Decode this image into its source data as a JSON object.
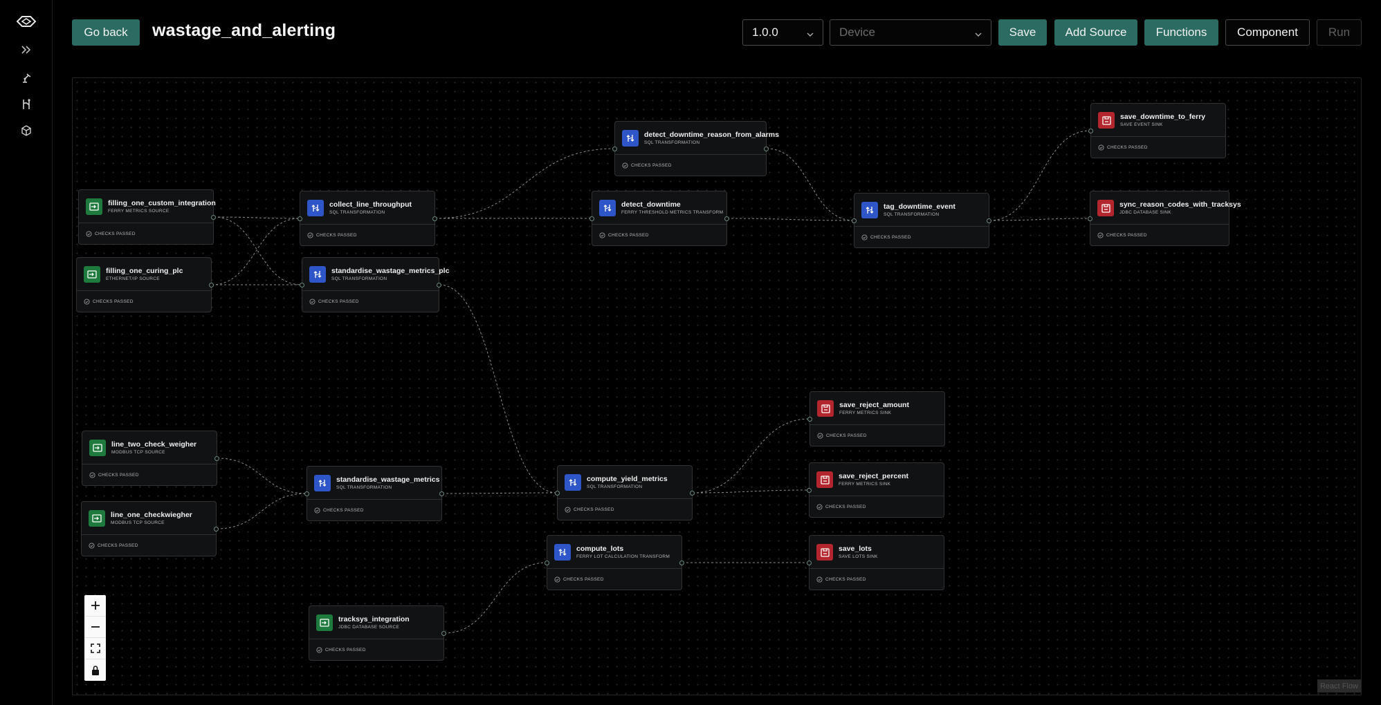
{
  "header": {
    "back_label": "Go back",
    "title": "wastage_and_alerting",
    "version_value": "1.0.0",
    "device_placeholder": "Device",
    "save_label": "Save",
    "add_source_label": "Add Source",
    "functions_label": "Functions",
    "component_label": "Component",
    "run_label": "Run"
  },
  "sidebar": {
    "icons": [
      "logo-icon",
      "chevrons-right-icon",
      "robot-arm-icon",
      "pipeline-icon",
      "cube-icon"
    ]
  },
  "status_text": "CHECKS PASSED",
  "nodes": [
    {
      "name": "filling_one_custom_integration",
      "type": "FERRY METRICS SOURCE",
      "kind": "source"
    },
    {
      "name": "filling_one_curing_plc",
      "type": "ETHERNET/IP SOURCE",
      "kind": "source"
    },
    {
      "name": "collect_line_throughput",
      "type": "SQL TRANSFORMATION",
      "kind": "transform"
    },
    {
      "name": "standardise_wastage_metrics_plc",
      "type": "SQL TRANSFORMATION",
      "kind": "transform"
    },
    {
      "name": "detect_downtime_reason_from_alarms",
      "type": "SQL TRANSFORMATION",
      "kind": "transform"
    },
    {
      "name": "detect_downtime",
      "type": "FERRY THRESHOLD METRICS TRANSFORM",
      "kind": "transform"
    },
    {
      "name": "tag_downtime_event",
      "type": "SQL TRANSFORMATION",
      "kind": "transform"
    },
    {
      "name": "save_downtime_to_ferry",
      "type": "SAVE EVENT SINK",
      "kind": "sink"
    },
    {
      "name": "sync_reason_codes_with_tracksys",
      "type": "JDBC DATABASE SINK",
      "kind": "sink"
    },
    {
      "name": "line_two_check_weigher",
      "type": "MODBUS TCP SOURCE",
      "kind": "source"
    },
    {
      "name": "line_one_checkwiegher",
      "type": "MODBUS TCP SOURCE",
      "kind": "source"
    },
    {
      "name": "standardise_wastage_metrics",
      "type": "SQL TRANSFORMATION",
      "kind": "transform"
    },
    {
      "name": "compute_yield_metrics",
      "type": "SQL TRANSFORMATION",
      "kind": "transform"
    },
    {
      "name": "save_reject_amount",
      "type": "FERRY METRICS SINK",
      "kind": "sink"
    },
    {
      "name": "save_reject_percent",
      "type": "FERRY METRICS SINK",
      "kind": "sink"
    },
    {
      "name": "compute_lots",
      "type": "FERRY LOT CALCULATION TRANSFORM",
      "kind": "transform"
    },
    {
      "name": "save_lots",
      "type": "SAVE LOTS SINK",
      "kind": "sink"
    },
    {
      "name": "tracksys_integration",
      "type": "JDBC DATABASE SOURCE",
      "kind": "source"
    }
  ],
  "edges": [
    [
      0,
      2
    ],
    [
      0,
      3
    ],
    [
      1,
      2
    ],
    [
      1,
      3
    ],
    [
      2,
      4
    ],
    [
      2,
      5
    ],
    [
      4,
      6
    ],
    [
      5,
      6
    ],
    [
      6,
      7
    ],
    [
      6,
      8
    ],
    [
      3,
      12
    ],
    [
      9,
      11
    ],
    [
      10,
      11
    ],
    [
      11,
      12
    ],
    [
      12,
      13
    ],
    [
      12,
      14
    ],
    [
      17,
      15
    ],
    [
      15,
      16
    ]
  ],
  "controls": {
    "zoom_in": "+",
    "zoom_out": "−",
    "attribution": "React Flow"
  }
}
